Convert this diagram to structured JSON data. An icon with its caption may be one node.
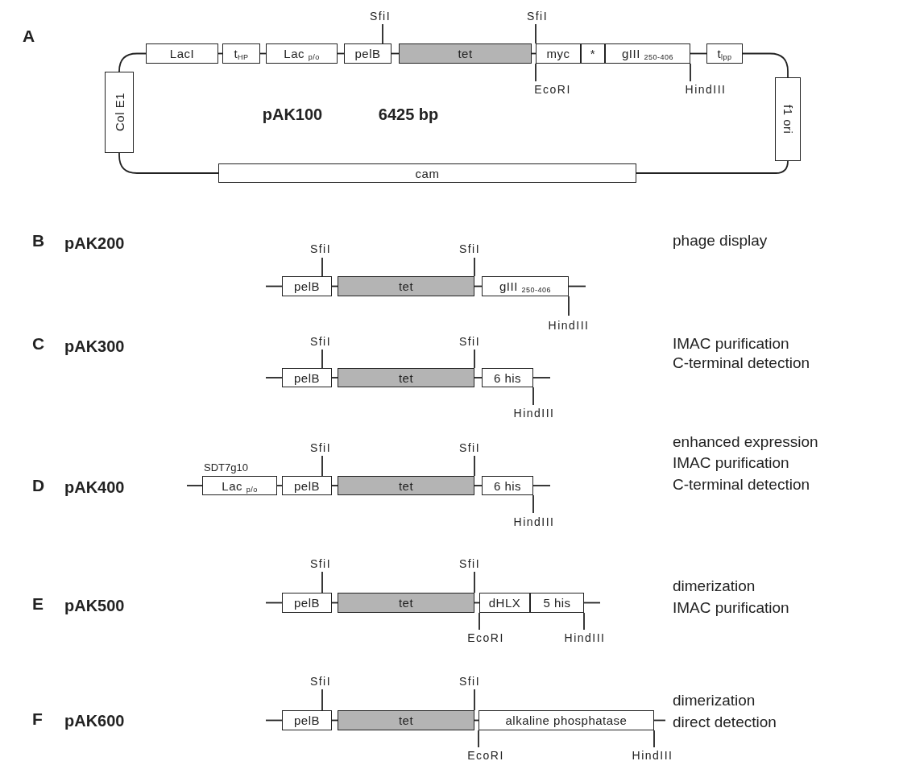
{
  "diagram": {
    "nodes": [
      {
        "text": [
          "LacI"
        ]
      },
      {
        "text": [
          "t$_{HP}$"
        ]
      },
      {
        "text": [
          "Lac $_{p/o}$"
        ]
      },
      {
        "text": [
          "pelB"
        ]
      },
      {
        "text": [
          "tet"
        ]
      },
      {
        "text": [
          "myc"
        ]
      },
      {
        "text": [
          "*"
        ]
      },
      {
        "text": [
          "gIII $_{250-406}$"
        ]
      },
      {
        "text": [
          "t$_{lpp}$"
        ]
      },
      {
        "text": [
          "Col E1"
        ]
      },
      {
        "text": [
          "f1 ori"
        ]
      },
      {
        "text": [
          "cam"
        ]
      },
      {
        "text": [
          "pelB"
        ]
      },
      {
        "text": [
          "tet"
        ]
      },
      {
        "text": [
          "gIII $_{250-406}$"
        ]
      },
      {
        "text": [
          "pelB"
        ]
      },
      {
        "text": [
          "tet"
        ]
      },
      {
        "text": [
          "6 his"
        ]
      },
      {
        "text": [
          "Lac $_{p/o}$"
        ],
        "beside": [
          "SDT7g10"
        ]
      },
      {
        "text": [
          "pelB"
        ]
      },
      {
        "text": [
          "tet"
        ]
      },
      {
        "text": [
          "6 his"
        ]
      },
      {
        "text": [
          "pelB"
        ]
      },
      {
        "text": [
          "tet"
        ]
      },
      {
        "text": [
          "dHLX"
        ]
      },
      {
        "text": [
          "5 his"
        ]
      },
      {
        "text": [
          "pelB"
        ]
      },
      {
        "text": [
          "tet"
        ]
      },
      {
        "text": [
          "alkaline phosphatase"
        ]
      },
      {
        "text": [
          "SfiI"
        ]
      },
      {
        "text": [
          "SfiI"
        ]
      },
      {
        "text": [
          "EcoRI"
        ]
      },
      {
        "text": [
          "HindIII"
        ]
      },
      {
        "text": [
          "SfiI"
        ]
      },
      {
        "text": [
          "SfiI"
        ]
      },
      {
        "text": [
          "HindIII"
        ]
      },
      {
        "text": [
          "SfiI"
        ]
      },
      {
        "text": [
          "SfiI"
        ]
      },
      {
        "text": [
          "HindIII"
        ]
      },
      {
        "text": [
          "SfiI"
        ]
      },
      {
        "text": [
          "SfiI"
        ]
      },
      {
        "text": [
          "HindIII"
        ]
      },
      {
        "text": [
          "SfiI"
        ]
      },
      {
        "text": [
          "SfiI"
        ]
      },
      {
        "text": [
          "EcoRI"
        ]
      },
      {
        "text": [
          "HindIII"
        ]
      },
      {
        "text": [
          "SfiI"
        ]
      },
      {
        "text": [
          "SfiI"
        ]
      },
      {
        "text": [
          "EcoRI"
        ]
      },
      {
        "text": [
          "HindIII"
        ]
      }
    ],
    "edges": [
      {
        "from": 0,
        "to": 1,
        "arrow": "none"
      },
      {
        "from": 1,
        "to": 2,
        "arrow": "none"
      },
      {
        "from": 2,
        "to": 3,
        "arrow": "none"
      },
      {
        "from": 3,
        "to": 4,
        "arrow": "none"
      },
      {
        "from": 4,
        "to": 5,
        "arrow": "none"
      },
      {
        "from": 7,
        "to": 8,
        "arrow": "none"
      },
      {
        "from": 8,
        "to": 10,
        "arrow": "none"
      },
      {
        "from": 10,
        "to": 11,
        "arrow": "none"
      },
      {
        "from": 11,
        "to": 9,
        "arrow": "none"
      },
      {
        "from": 9,
        "to": 0,
        "arrow": "none"
      },
      {
        "from": null,
        "to": 12,
        "arrow": "none"
      },
      {
        "from": 12,
        "to": 13,
        "arrow": "none"
      },
      {
        "from": 13,
        "to": 14,
        "arrow": "none"
      },
      {
        "from": 14,
        "to": null,
        "arrow": "none"
      },
      {
        "from": null,
        "to": 15,
        "arrow": "none"
      },
      {
        "from": 15,
        "to": 16,
        "arrow": "none"
      },
      {
        "from": 16,
        "to": 17,
        "arrow": "none"
      },
      {
        "from": 17,
        "to": null,
        "arrow": "none"
      },
      {
        "from": null,
        "to": 18,
        "arrow": "none"
      },
      {
        "from": 18,
        "to": 19,
        "arrow": "none"
      },
      {
        "from": 19,
        "to": 20,
        "arrow": "none"
      },
      {
        "from": 20,
        "to": 21,
        "arrow": "none"
      },
      {
        "from": 21,
        "to": null,
        "arrow": "none"
      },
      {
        "from": null,
        "to": 22,
        "arrow": "none"
      },
      {
        "from": 22,
        "to": 23,
        "arrow": "none"
      },
      {
        "from": 23,
        "to": 24,
        "arrow": "none"
      },
      {
        "from": 25,
        "to": null,
        "arrow": "none"
      },
      {
        "from": null,
        "to": 26,
        "arrow": "none"
      },
      {
        "from": 26,
        "to": 27,
        "arrow": "none"
      },
      {
        "from": 27,
        "to": 28,
        "arrow": "none"
      },
      {
        "from": 28,
        "to": null,
        "arrow": "none"
      },
      {
        "from": 29,
        "to": 3,
        "arrow": "none"
      },
      {
        "from": 30,
        "to": 5,
        "arrow": "none"
      },
      {
        "from": 31,
        "to": 5,
        "arrow": "none"
      },
      {
        "from": 32,
        "to": 7,
        "arrow": "none"
      },
      {
        "from": 33,
        "to": 12,
        "arrow": "none"
      },
      {
        "from": 34,
        "to": 13,
        "arrow": "none"
      },
      {
        "from": 35,
        "to": 14,
        "arrow": "none"
      },
      {
        "from": 36,
        "to": 15,
        "arrow": "none"
      },
      {
        "from": 37,
        "to": 16,
        "arrow": "none"
      },
      {
        "from": 38,
        "to": 17,
        "arrow": "none"
      },
      {
        "from": 39,
        "to": 19,
        "arrow": "none"
      },
      {
        "from": 40,
        "to": 20,
        "arrow": "none"
      },
      {
        "from": 41,
        "to": 21,
        "arrow": "none"
      },
      {
        "from": 42,
        "to": 22,
        "arrow": "none"
      },
      {
        "from": 43,
        "to": 23,
        "arrow": "none"
      },
      {
        "from": 44,
        "to": 24,
        "arrow": "none"
      },
      {
        "from": 45,
        "to": 25,
        "arrow": "none"
      },
      {
        "from": 46,
        "to": 26,
        "arrow": "none"
      },
      {
        "from": 47,
        "to": 27,
        "arrow": "none"
      },
      {
        "from": 48,
        "to": 28,
        "arrow": "none"
      },
      {
        "from": 49,
        "to": 28,
        "arrow": "none"
      }
    ],
    "labels": [
      "A",
      "pAK100",
      "6425 bp",
      "B",
      "pAK200",
      "phage display",
      "C",
      "pAK300",
      "IMAC purification",
      "C-terminal detection",
      "D",
      "pAK400",
      "enhanced expression",
      "IMAC purification",
      "C-terminal detection",
      "E",
      "pAK500",
      "dimerization",
      "IMAC purification",
      "F",
      "pAK600",
      "dimerization",
      "direct detection"
    ]
  }
}
